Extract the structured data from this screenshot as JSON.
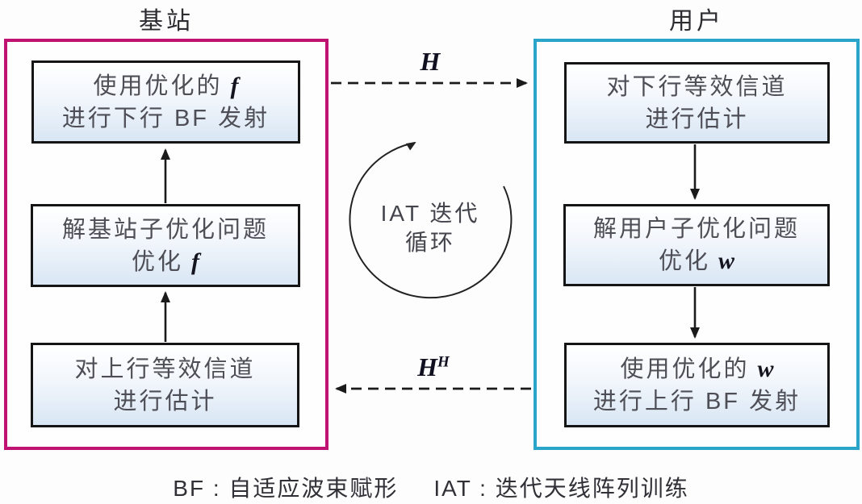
{
  "left_panel": {
    "title": "基站",
    "boxes": [
      {
        "line1": "使用优化的",
        "line1_var": "f",
        "line2": "进行下行 BF 发射",
        "line2_var": ""
      },
      {
        "line1": "解基站子优化问题",
        "line1_var": "",
        "line2": "优化",
        "line2_var": "f"
      },
      {
        "line1": "对上行等效信道",
        "line1_var": "",
        "line2": "进行估计",
        "line2_var": ""
      }
    ]
  },
  "right_panel": {
    "title": "用户",
    "boxes": [
      {
        "line1": "对下行等效信道",
        "line1_var": "",
        "line2": "进行估计",
        "line2_var": ""
      },
      {
        "line1": "解用户子优化问题",
        "line1_var": "",
        "line2": "优化",
        "line2_var": "w"
      },
      {
        "line1": "使用优化的",
        "line1_var": "w",
        "line2": "进行上行 BF 发射",
        "line2_var": ""
      }
    ]
  },
  "center": {
    "downlink_label": "H",
    "uplink_label": "H",
    "uplink_superscript": "H",
    "loop_line1": "IAT 迭代",
    "loop_line2": "循环"
  },
  "legend": {
    "bf": "BF : 自适应波束赋形",
    "iat": "IAT : 迭代天线阵列训练"
  },
  "colors": {
    "base_station_border": "#c01270",
    "user_border": "#2aa4c8",
    "node_fill_top": "#ffffff",
    "node_fill_bottom": "#d9e6f4",
    "arrow": "#1a1a1a"
  }
}
